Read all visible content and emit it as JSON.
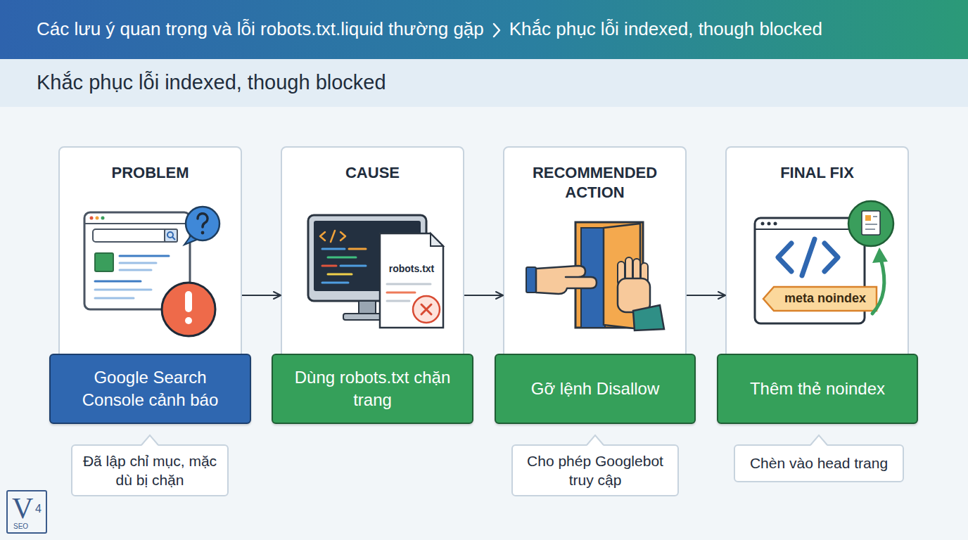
{
  "diagram": {
    "title": "Khắc phục lỗi indexed, though blocked",
    "nodes": [
      {
        "text": [
          "PROBLEM"
        ]
      },
      {
        "text": [
          "Google Search Console cảnh báo"
        ]
      },
      {
        "text": [
          "Đã lập chỉ mục, mặc dù bị chặn"
        ]
      },
      {
        "text": [
          "CAUSE"
        ]
      },
      {
        "text": [
          "Dùng robots.txt chặn trang"
        ]
      },
      {
        "text": [
          "RECOMMENDED ACTION"
        ]
      },
      {
        "text": [
          "Gỡ lệnh Disallow"
        ]
      },
      {
        "text": [
          "Cho phép Googlebot truy cập"
        ]
      },
      {
        "text": [
          "FINAL FIX"
        ]
      },
      {
        "text": [
          "Thêm thẻ noindex"
        ]
      },
      {
        "text": [
          "Chèn vào head trang"
        ]
      }
    ],
    "edges": [
      {
        "from": 0,
        "to": 3,
        "arrow": "to"
      },
      {
        "from": 3,
        "to": 5,
        "arrow": "to"
      },
      {
        "from": 5,
        "to": 8,
        "arrow": "to"
      }
    ],
    "labels": [
      "Các lưu ý quan trọng và lỗi robots.txt.liquid thường gặp",
      "Khắc phục lỗi indexed, though blocked",
      "robots.txt",
      "meta noindex",
      "V",
      "4",
      "SEO"
    ]
  }
}
